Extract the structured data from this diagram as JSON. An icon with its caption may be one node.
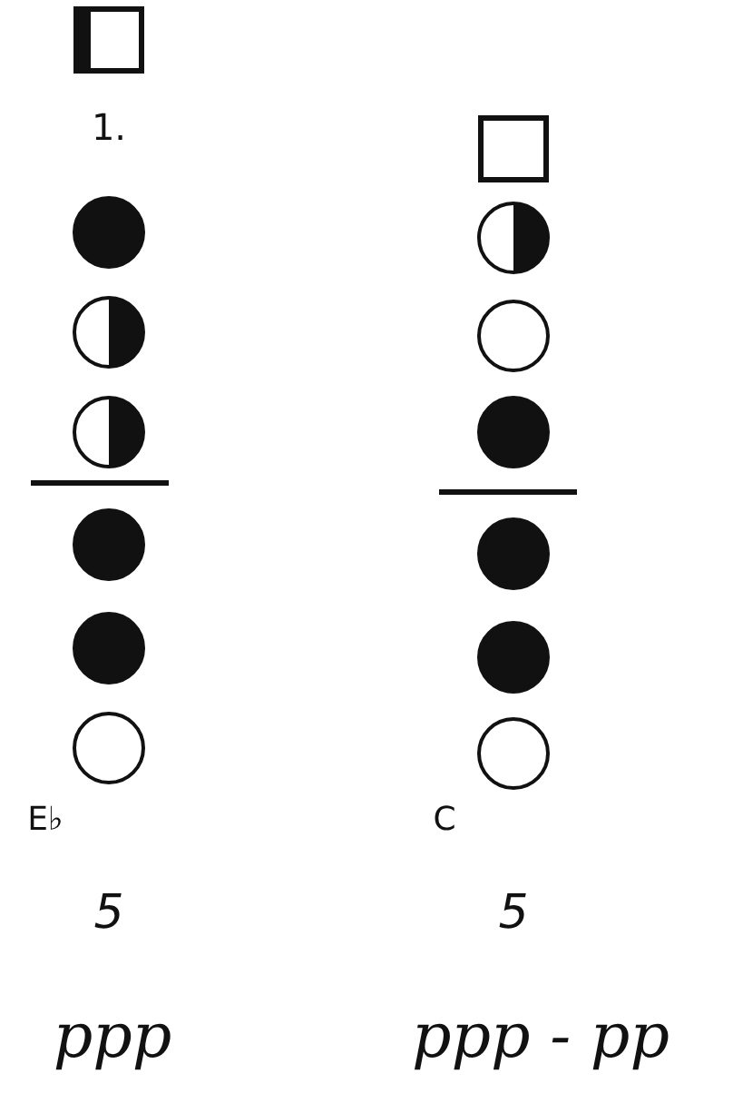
{
  "diagram": {
    "labels": [
      "1.",
      "E♭",
      "C",
      "5",
      "5",
      "ppp",
      "ppp - pp"
    ]
  }
}
